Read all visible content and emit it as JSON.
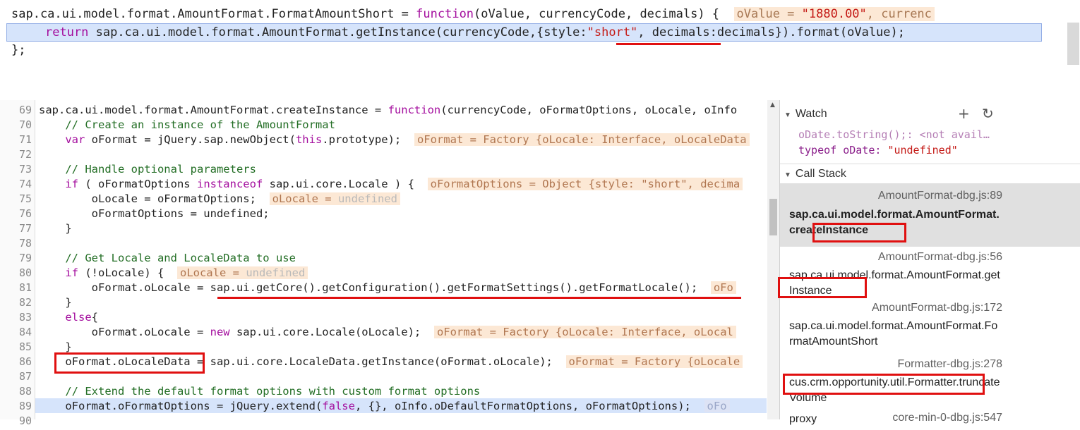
{
  "top_snippet": {
    "line1": {
      "head": "sap.ca.ui.model.format.AmountFormat.FormatAmountShort = ",
      "kw": "function",
      "tail": "(oValue, currencyCode, decimals) {",
      "annotation_name": "oValue = ",
      "annotation_str": "\"1880.00\"",
      "annotation_rest": ", currenc"
    },
    "line2": {
      "kw": "return",
      "a": " sap.ca.ui.model.format.AmountFormat.getInstance(currencyCode,{style:",
      "str": "\"short\"",
      "b": ", decimals:decimals}).format(oValue);"
    },
    "line3": "};"
  },
  "editor": {
    "lines": [
      {
        "num": "69",
        "parts": [
          [
            "t",
            "sap.ca.ui.model.format.AmountFormat.createInstance = "
          ],
          [
            "k",
            "function"
          ],
          [
            "t",
            "(currencyCode, oFormatOptions, oLocale, oInfo"
          ]
        ]
      },
      {
        "num": "70",
        "parts": [
          [
            "t",
            "    "
          ],
          [
            "c",
            "// Create an instance of the AmountFormat"
          ]
        ]
      },
      {
        "num": "71",
        "parts": [
          [
            "t",
            "    "
          ],
          [
            "k",
            "var"
          ],
          [
            "t",
            " oFormat = jQuery.sap.newObject("
          ],
          [
            "k",
            "this"
          ],
          [
            "t",
            ".prototype);  "
          ],
          [
            "a",
            "oFormat = Factory {oLocale: Interface, oLocaleData"
          ]
        ]
      },
      {
        "num": "72",
        "parts": []
      },
      {
        "num": "73",
        "parts": [
          [
            "t",
            "    "
          ],
          [
            "c",
            "// Handle optional parameters"
          ]
        ]
      },
      {
        "num": "74",
        "parts": [
          [
            "t",
            "    "
          ],
          [
            "k",
            "if"
          ],
          [
            "t",
            " ( oFormatOptions "
          ],
          [
            "k",
            "instanceof"
          ],
          [
            "t",
            " sap.ui.core.Locale ) {  "
          ],
          [
            "a",
            "oFormatOptions = Object {style: \"short\", decima"
          ]
        ]
      },
      {
        "num": "75",
        "parts": [
          [
            "t",
            "        oLocale = oFormatOptions;  "
          ],
          [
            "ad",
            "oLocale = ",
            "undefined"
          ]
        ]
      },
      {
        "num": "76",
        "parts": [
          [
            "t",
            "        oFormatOptions = undefined;"
          ]
        ]
      },
      {
        "num": "77",
        "parts": [
          [
            "t",
            "    }"
          ]
        ]
      },
      {
        "num": "78",
        "parts": []
      },
      {
        "num": "79",
        "parts": [
          [
            "t",
            "    "
          ],
          [
            "c",
            "// Get Locale and LocaleData to use"
          ]
        ]
      },
      {
        "num": "80",
        "parts": [
          [
            "t",
            "    "
          ],
          [
            "k",
            "if"
          ],
          [
            "t",
            " (!oLocale) {  "
          ],
          [
            "ad",
            "oLocale = ",
            "undefined"
          ]
        ]
      },
      {
        "num": "81",
        "parts": [
          [
            "t",
            "        oFormat.oLocale = sap.ui.getCore().getConfiguration().getFormatSettings().getFormatLocale();  "
          ],
          [
            "a",
            "oFo"
          ]
        ]
      },
      {
        "num": "82",
        "parts": [
          [
            "t",
            "    }"
          ]
        ]
      },
      {
        "num": "83",
        "parts": [
          [
            "t",
            "    "
          ],
          [
            "k",
            "else"
          ],
          [
            "t",
            "{"
          ]
        ]
      },
      {
        "num": "84",
        "parts": [
          [
            "t",
            "        oFormat.oLocale = "
          ],
          [
            "k",
            "new"
          ],
          [
            "t",
            " sap.ui.core.Locale(oLocale);  "
          ],
          [
            "a",
            "oFormat = Factory {oLocale: Interface, oLocal"
          ]
        ]
      },
      {
        "num": "85",
        "parts": [
          [
            "t",
            "    }"
          ]
        ]
      },
      {
        "num": "86",
        "parts": [
          [
            "t",
            "    oFormat.oLocaleData = sap.ui.core.LocaleData.getInstance(oFormat.oLocale);  "
          ],
          [
            "a",
            "oFormat = Factory {oLocale"
          ]
        ]
      },
      {
        "num": "87",
        "parts": []
      },
      {
        "num": "88",
        "parts": [
          [
            "t",
            "    "
          ],
          [
            "c",
            "// Extend the default format options with custom format options"
          ]
        ]
      },
      {
        "num": "89",
        "parts": [
          [
            "t",
            "    oFormat.oFormatOptions = jQuery.extend("
          ],
          [
            "k",
            "false"
          ],
          [
            "t",
            ", {}, oInfo.oDefaultFormatOptions, oFormatOptions);  "
          ],
          [
            "ad2",
            "oFo"
          ]
        ]
      },
      {
        "num": "90",
        "parts": []
      }
    ]
  },
  "watch": {
    "title": "Watch",
    "add_glyph": "+",
    "refresh_glyph": "↻",
    "expr1": "oDate.toString();: <not avail…",
    "expr2_name": "typeof oDate: ",
    "expr2_value": "\"undefined\""
  },
  "call_stack": {
    "title": "Call Stack",
    "frames": [
      {
        "location": "AmountFormat-dbg.js:89",
        "name": "sap.ca.ui.model.format.AmountFormat.createInstance",
        "selected": true
      },
      {
        "location": "AmountFormat-dbg.js:56",
        "name": "sap.ca.ui.model.format.AmountFormat.getInstance",
        "selected": false
      },
      {
        "location": "AmountFormat-dbg.js:172",
        "name": "sap.ca.ui.model.format.AmountFormat.FormatAmountShort",
        "selected": false
      },
      {
        "location": "Formatter-dbg.js:278",
        "name": "cus.crm.opportunity.util.Formatter.truncateVolume",
        "selected": false
      },
      {
        "location": "core-min-0-dbg.js:547",
        "name": "proxy",
        "selected": false
      }
    ]
  },
  "colors": {
    "highlight": "#d6e4fb",
    "annotation_bg": "#fce8d5",
    "keyword": "#a40e9e",
    "comment": "#236e25",
    "string": "#c41a16",
    "red_mark": "#e01010"
  }
}
